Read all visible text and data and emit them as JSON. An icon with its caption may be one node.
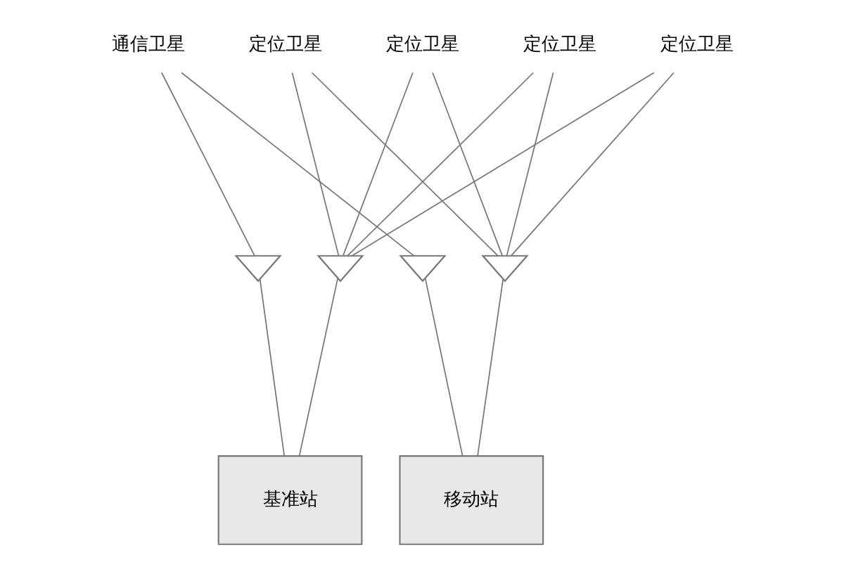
{
  "diagram": {
    "nodes": [
      {
        "text": [
          "通信卫星"
        ]
      },
      {
        "text": [
          "定位卫星"
        ]
      },
      {
        "text": [
          "定位卫星"
        ]
      },
      {
        "text": [
          "定位卫星"
        ]
      },
      {
        "text": [
          "定位卫星"
        ]
      },
      {
        "text": [],
        "shape": "triangle"
      },
      {
        "text": [],
        "shape": "triangle"
      },
      {
        "text": [],
        "shape": "triangle"
      },
      {
        "text": [],
        "shape": "triangle"
      },
      {
        "text": [
          "基准站"
        ]
      },
      {
        "text": [
          "移动站"
        ]
      }
    ],
    "edges": [
      {
        "from": 0,
        "to": 5,
        "arrow": "none"
      },
      {
        "from": 0,
        "to": 7,
        "arrow": "none"
      },
      {
        "from": 1,
        "to": 6,
        "arrow": "none"
      },
      {
        "from": 1,
        "to": 8,
        "arrow": "none"
      },
      {
        "from": 2,
        "to": 6,
        "arrow": "none"
      },
      {
        "from": 2,
        "to": 8,
        "arrow": "none"
      },
      {
        "from": 3,
        "to": 6,
        "arrow": "none"
      },
      {
        "from": 3,
        "to": 8,
        "arrow": "none"
      },
      {
        "from": 4,
        "to": 6,
        "arrow": "none"
      },
      {
        "from": 4,
        "to": 8,
        "arrow": "none"
      },
      {
        "from": 5,
        "to": 9,
        "arrow": "none"
      },
      {
        "from": 6,
        "to": 9,
        "arrow": "none"
      },
      {
        "from": 7,
        "to": 10,
        "arrow": "none"
      },
      {
        "from": 8,
        "to": 10,
        "arrow": "none"
      }
    ]
  }
}
